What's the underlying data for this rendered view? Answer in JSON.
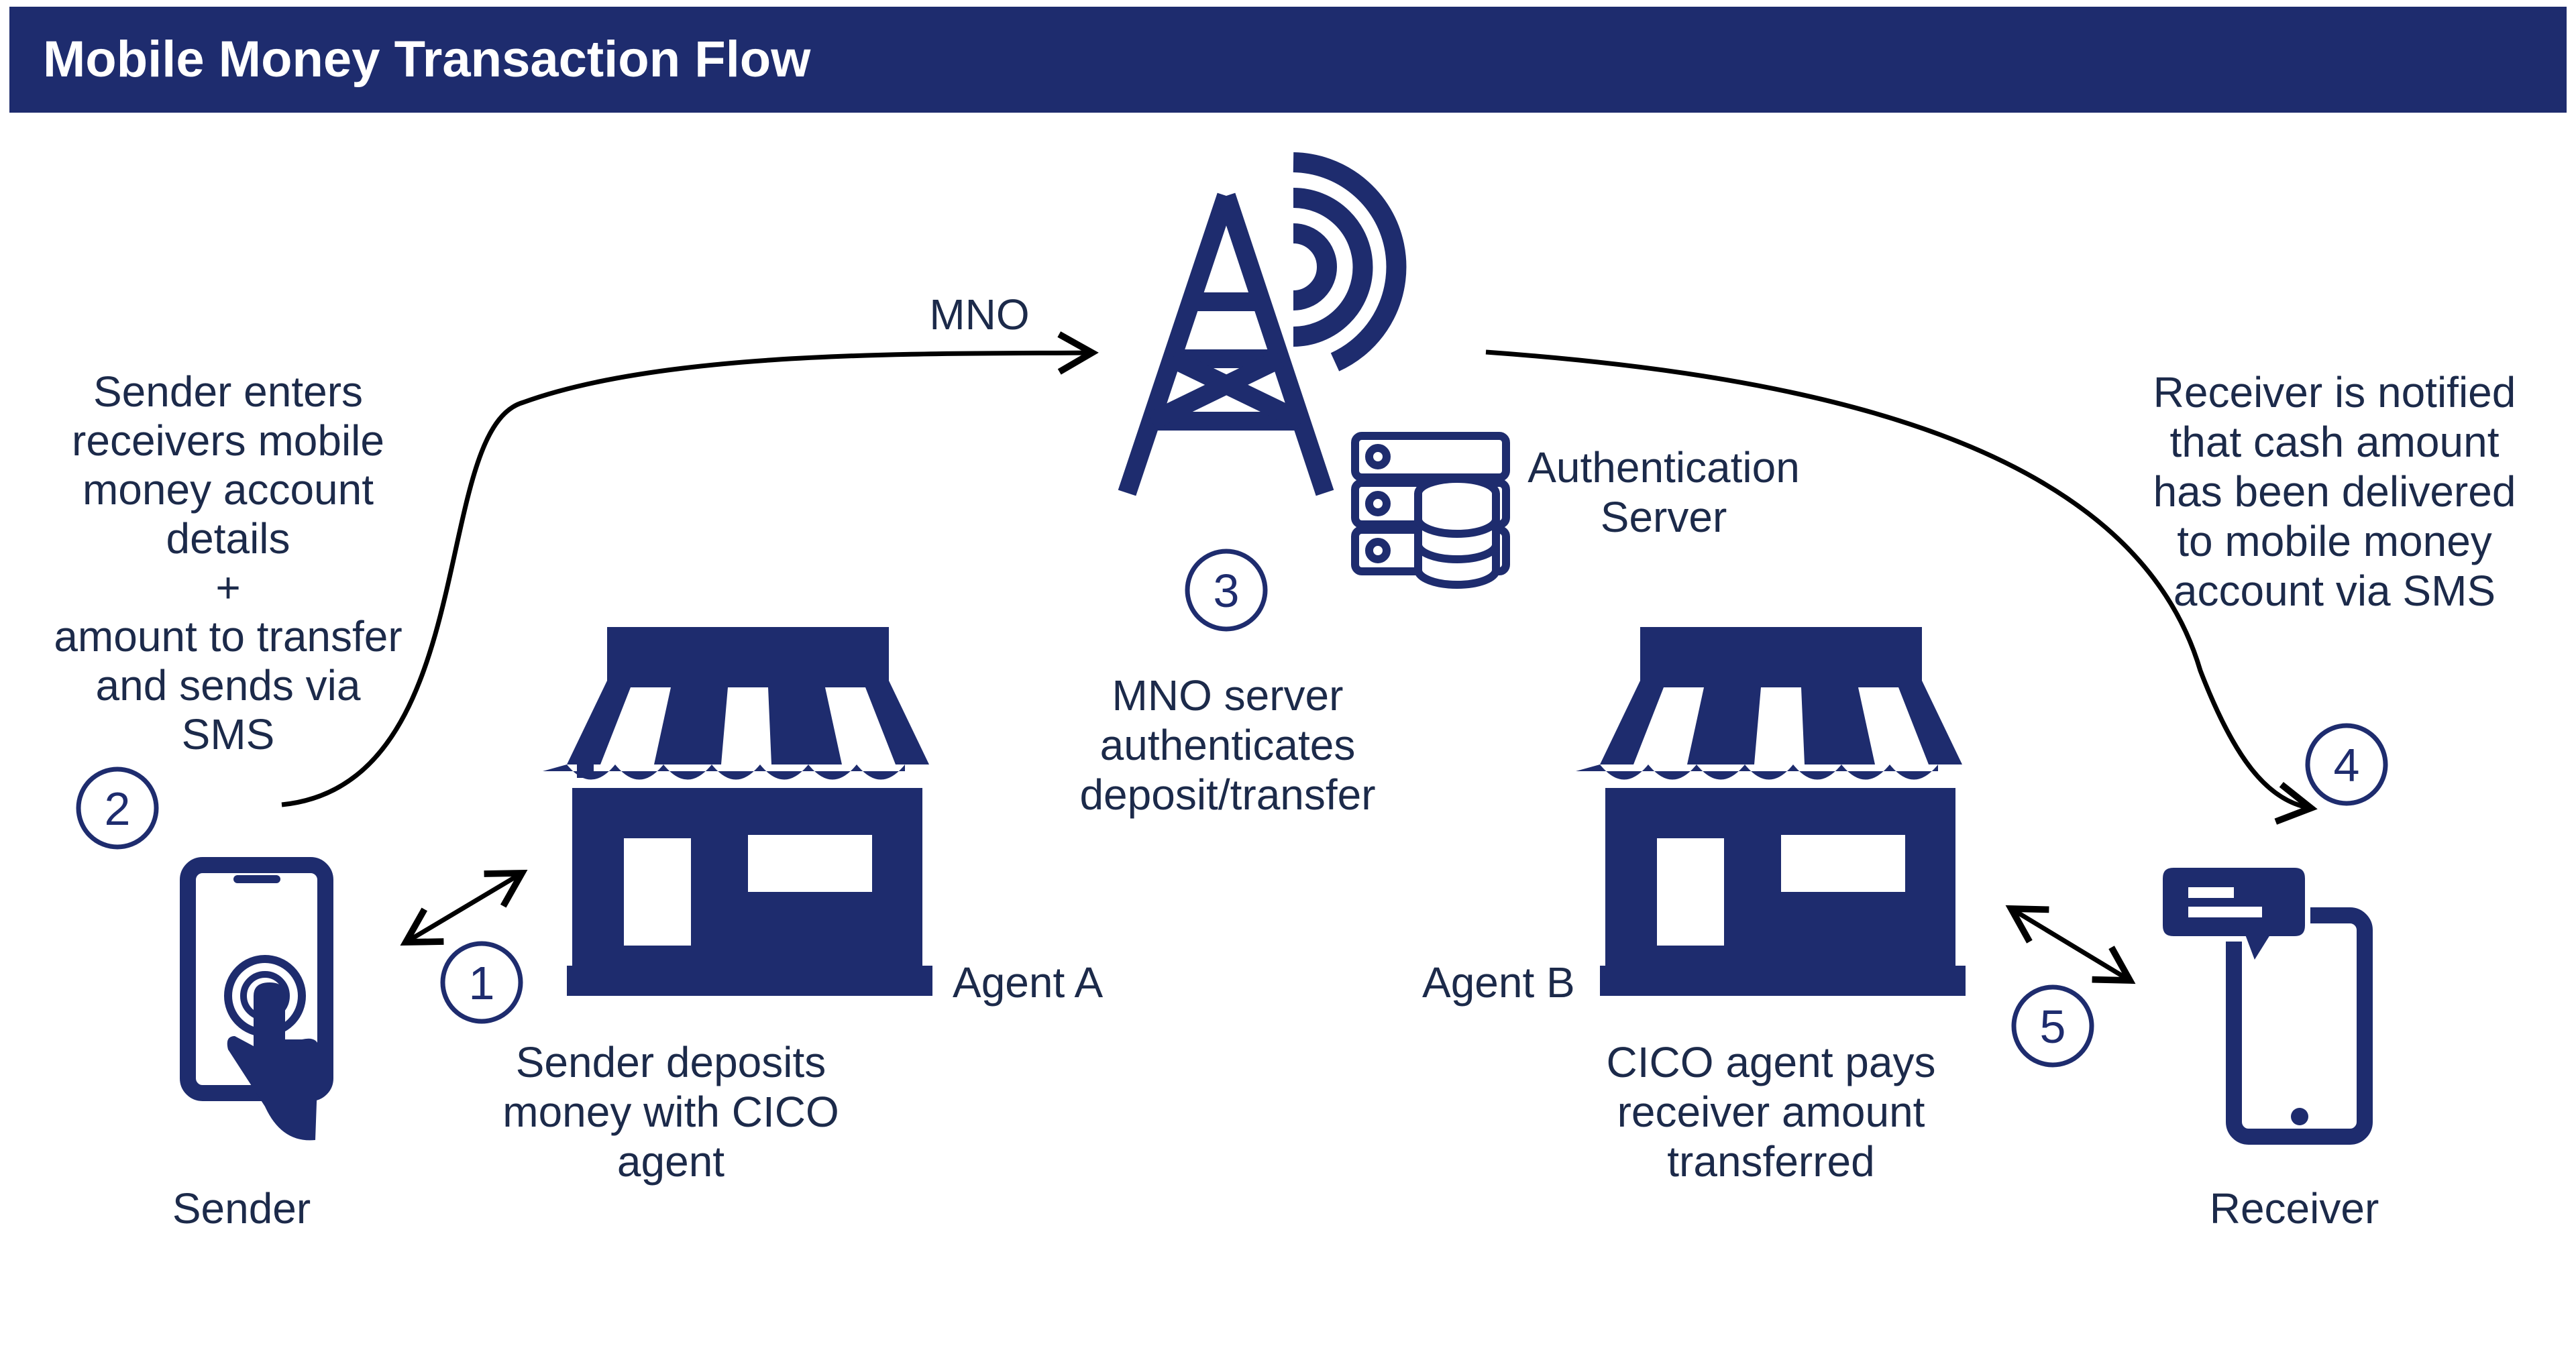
{
  "header": {
    "title": "Mobile Money Transaction Flow"
  },
  "labels": {
    "mno": "MNO",
    "auth_server_line1": "Authentication",
    "auth_server_line2": "Server",
    "sender": "Sender",
    "receiver": "Receiver",
    "agent_a": "Agent A",
    "agent_b": "Agent B"
  },
  "steps": [
    {
      "number": "1",
      "lines": [
        "Sender deposits",
        "money with CICO",
        "agent"
      ]
    },
    {
      "number": "2",
      "lines": [
        "Sender enters",
        "receivers mobile",
        "money account",
        "details",
        "+",
        "amount to transfer",
        "and sends via",
        "SMS"
      ]
    },
    {
      "number": "3",
      "lines": [
        "MNO server",
        "authenticates",
        "deposit/transfer"
      ]
    },
    {
      "number": "4",
      "lines": [
        "Receiver is notified",
        "that cash amount",
        "has been delivered",
        "to mobile money",
        "account via SMS"
      ]
    },
    {
      "number": "5",
      "lines": [
        "CICO agent pays",
        "receiver amount",
        "transferred"
      ]
    }
  ],
  "colors": {
    "primary": "#1e2c6e",
    "header_bg": "#1e2c6e",
    "header_text": "#ffffff"
  }
}
